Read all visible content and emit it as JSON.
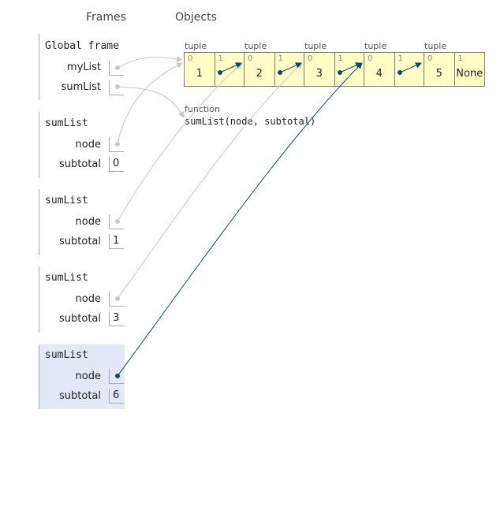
{
  "headers": {
    "frames": "Frames",
    "objects": "Objects"
  },
  "global_frame": {
    "name": "Global frame",
    "vars": [
      {
        "name": "myList"
      },
      {
        "name": "sumList"
      }
    ]
  },
  "frames": [
    {
      "name": "sumList",
      "node_label": "node",
      "subtotal_label": "subtotal",
      "subtotal": "0"
    },
    {
      "name": "sumList",
      "node_label": "node",
      "subtotal_label": "subtotal",
      "subtotal": "1"
    },
    {
      "name": "sumList",
      "node_label": "node",
      "subtotal_label": "subtotal",
      "subtotal": "3"
    },
    {
      "name": "sumList",
      "node_label": "node",
      "subtotal_label": "subtotal",
      "subtotal": "6"
    }
  ],
  "tuples": [
    {
      "label": "tuple",
      "idx0": "0",
      "idx1": "1",
      "value": "1",
      "next": ""
    },
    {
      "label": "tuple",
      "idx0": "0",
      "idx1": "1",
      "value": "2",
      "next": ""
    },
    {
      "label": "tuple",
      "idx0": "0",
      "idx1": "1",
      "value": "3",
      "next": ""
    },
    {
      "label": "tuple",
      "idx0": "0",
      "idx1": "1",
      "value": "4",
      "next": ""
    },
    {
      "label": "tuple",
      "idx0": "0",
      "idx1": "1",
      "value": "5",
      "next": "None"
    }
  ],
  "function": {
    "label": "function",
    "signature": "sumList(node, subtotal)"
  },
  "colors": {
    "active_pointer": "#0b4a78",
    "inactive_pointer": "#c8c8c8",
    "tuple_bg": "#ffffc6",
    "active_frame_bg": "#e2e8f5"
  }
}
